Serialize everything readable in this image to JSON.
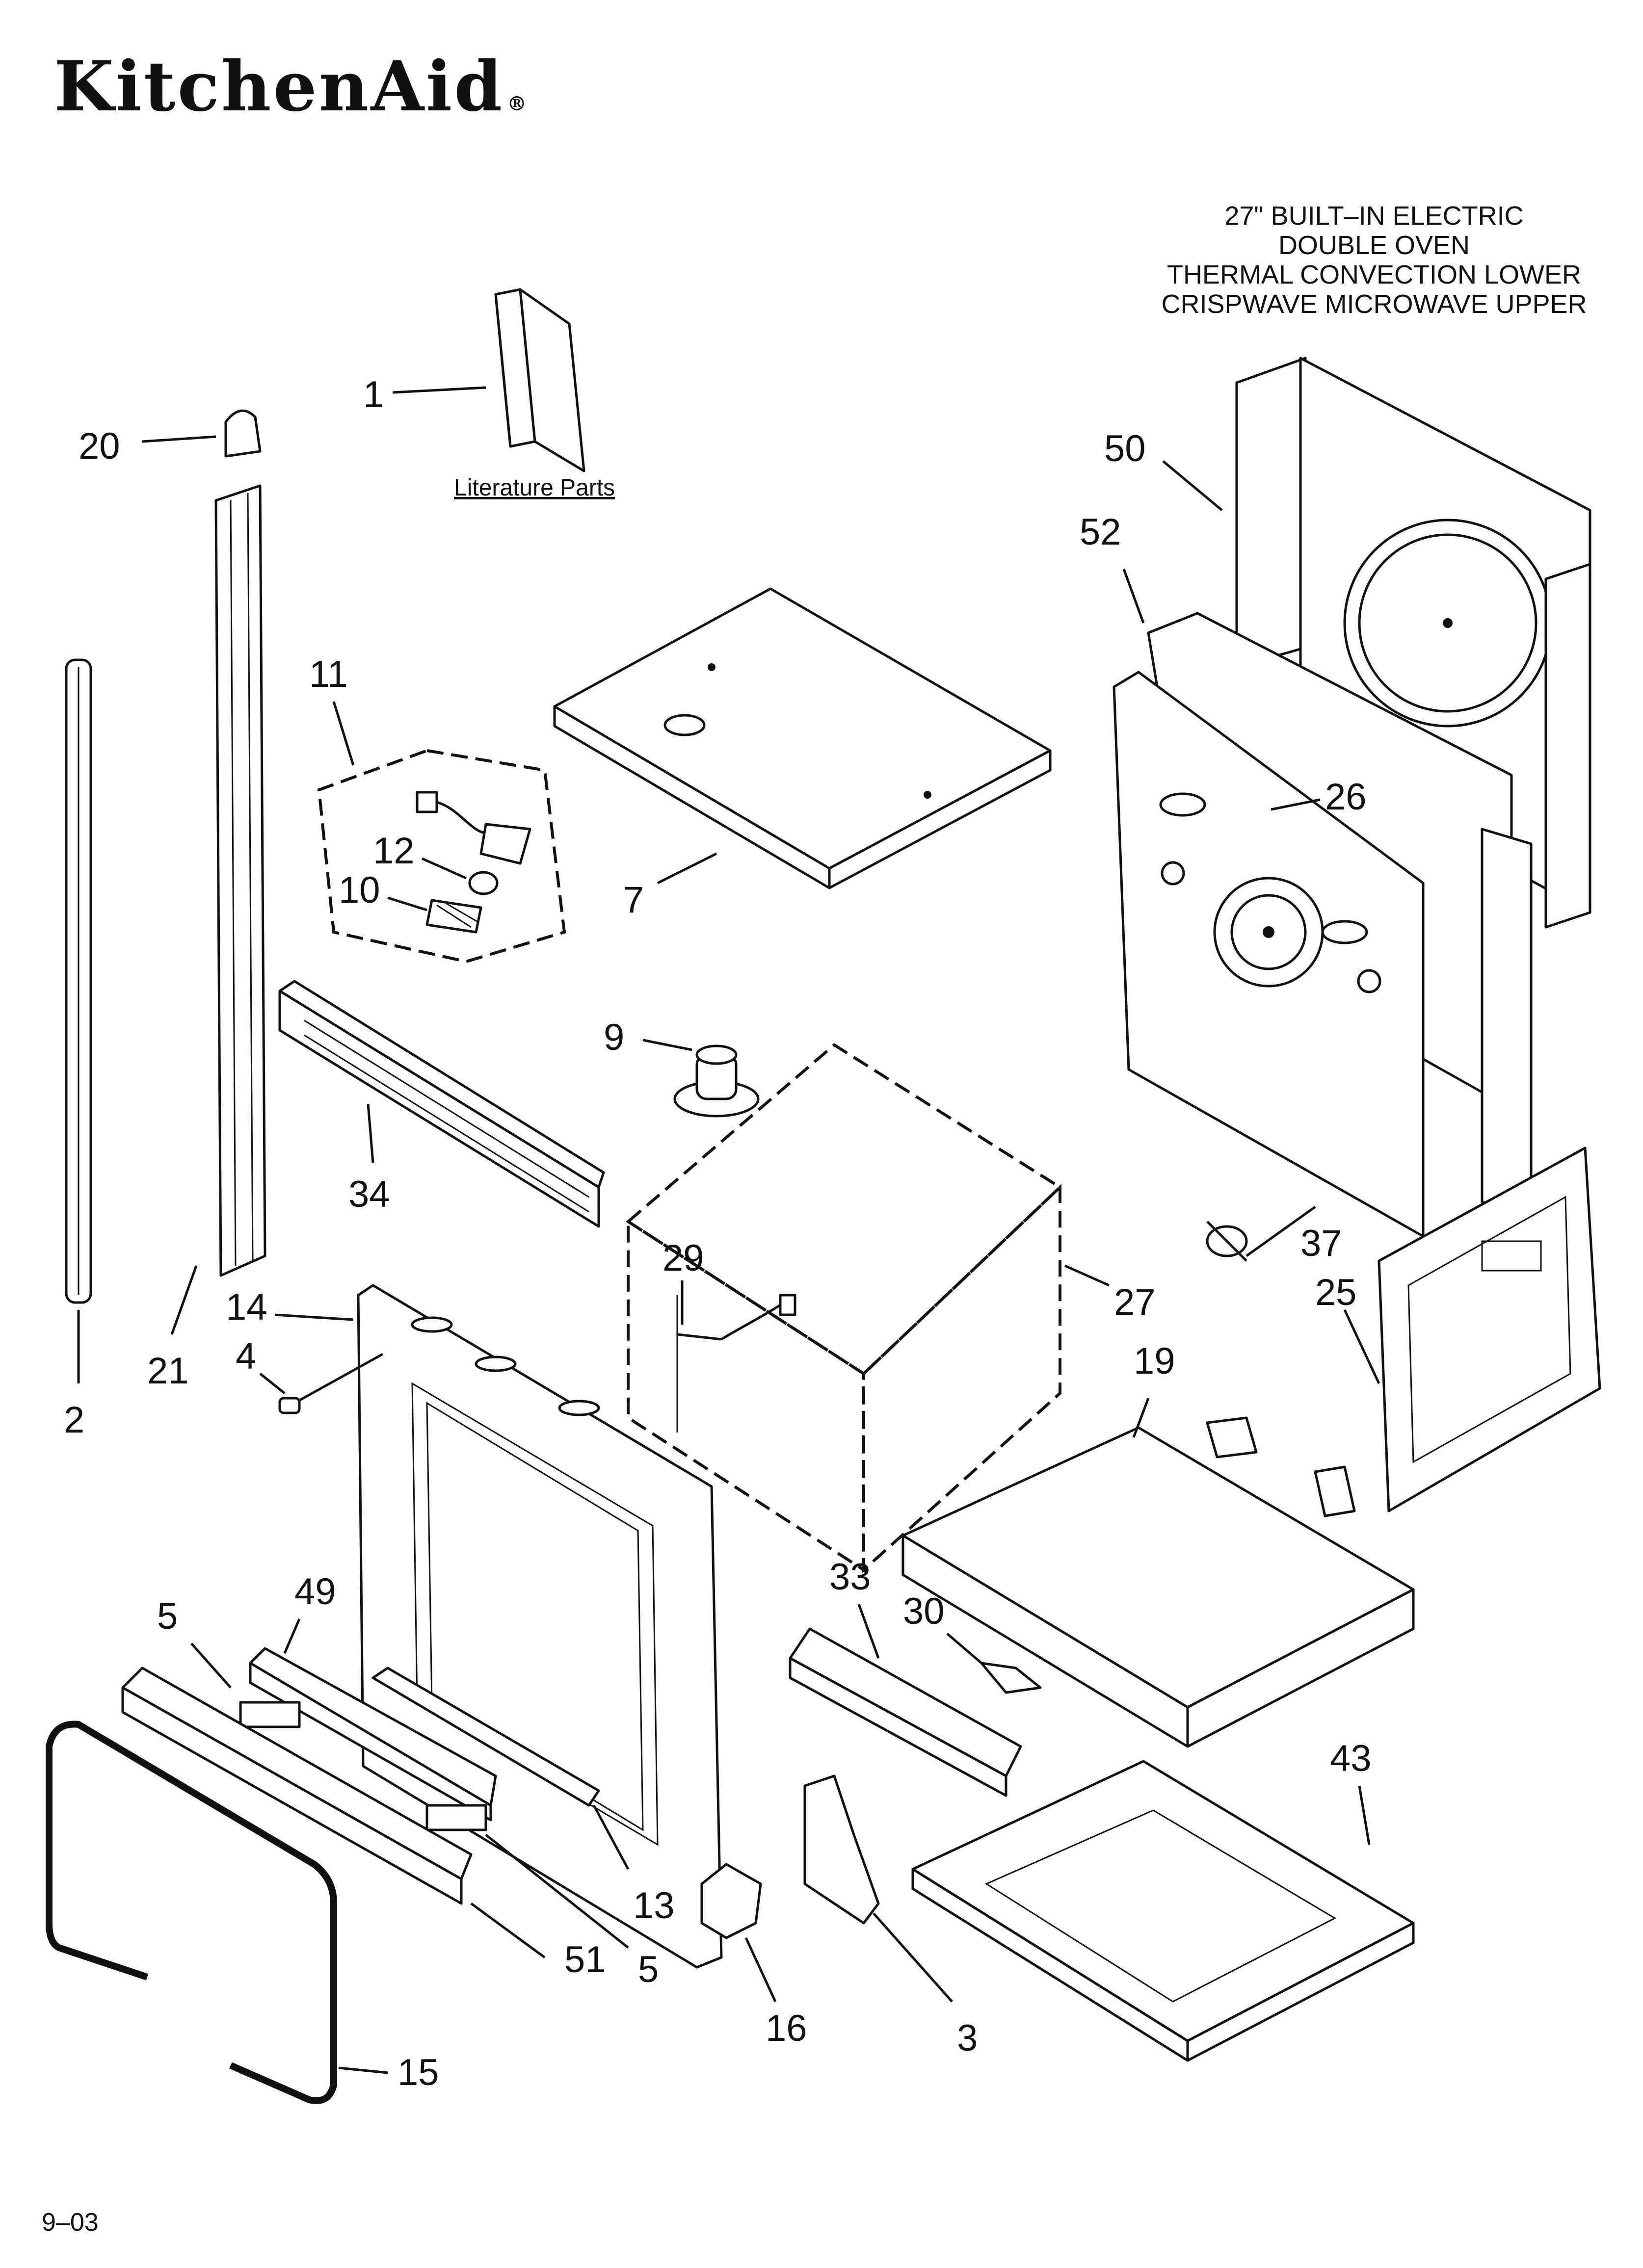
{
  "header": {
    "brand": "KitchenAid",
    "brand_mark": "®"
  },
  "model": {
    "lines": [
      "27\" BUILT–IN ELECTRIC",
      "DOUBLE OVEN",
      "THERMAL CONVECTION LOWER",
      "CRISPWAVE MICROWAVE UPPER"
    ]
  },
  "literature_label": "Literature Parts",
  "footer": {
    "code": "9–03"
  },
  "callouts": {
    "c1": "1",
    "c20": "20",
    "c11": "11",
    "c12": "12",
    "c10": "10",
    "c7": "7",
    "c50": "50",
    "c52": "52",
    "c26": "26",
    "c9": "9",
    "c34": "34",
    "c37": "37",
    "c29": "29",
    "c27": "27",
    "c25": "25",
    "c14": "14",
    "c21": "21",
    "c4": "4",
    "c2": "2",
    "c19": "19",
    "c49": "49",
    "c5a": "5",
    "c33": "33",
    "c30": "30",
    "c43": "43",
    "c13": "13",
    "c51": "51",
    "c5b": "5",
    "c16": "16",
    "c3": "3",
    "c15": "15"
  }
}
